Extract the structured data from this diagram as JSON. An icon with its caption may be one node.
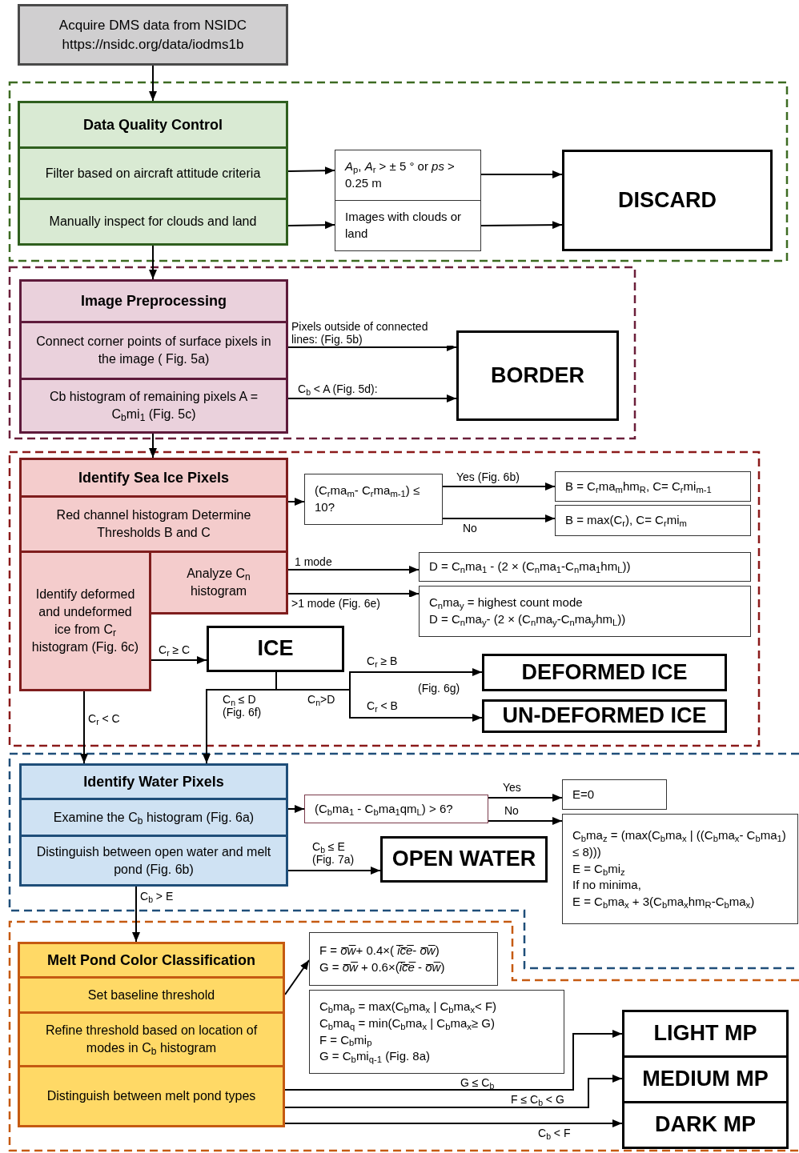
{
  "diagram": {
    "nodes": [
      {
        "text": [
          "Acquire DMS data from NSIDC https://nsidc.org/data/iodms1b"
        ]
      },
      {
        "text": [
          "Data Quality Control"
        ]
      },
      {
        "text": [
          "Filter based on aircraft attitude criteria"
        ]
      },
      {
        "text": [
          "Manually inspect for clouds and land"
        ]
      },
      {
        "text": [
          "*A*$_{p}$, *A*$_{r}$ > ± 5 ° or *ps* > 0.25 m"
        ]
      },
      {
        "text": [
          "Images with clouds or land"
        ]
      },
      {
        "text": [
          "DISCARD"
        ]
      },
      {
        "text": [
          "Image Preprocessing"
        ]
      },
      {
        "text": [
          "Connect corner points of surface pixels in the image ( Fig. 5a)"
        ]
      },
      {
        "text": [
          "Cb histogram of remaining pixels A = C$_{b}$mi$_{1}$ (Fig. 5c)"
        ]
      },
      {
        "text": [
          "BORDER"
        ]
      },
      {
        "text": [
          "Identify Sea Ice Pixels"
        ]
      },
      {
        "text": [
          "Red channel histogram Determine Thresholds B and C"
        ]
      },
      {
        "text": [
          "Identify deformed and undeformed ice from C$_{r}$ histogram (Fig. 6c)"
        ]
      },
      {
        "text": [
          "Analyze C$_{n}$ histogram"
        ]
      },
      {
        "text": [
          "(C$_{r}$ma$_{m}$- C$_{r}$ma$_{m-1}$) ≤ 10?"
        ]
      },
      {
        "text": [
          "B = C$_{r}$ma$_{m}$hm$_{R}$, C= C$_{r}$mi$_{m-1}$"
        ]
      },
      {
        "text": [
          "B = max(C$_{r}$), C= C$_{r}$mi$_{m}$"
        ]
      },
      {
        "text": [
          "D = C$_{n}$ma$_{1}$ - (2 × (C$_{n}$ma$_{1}$-C$_{n}$ma$_{1}$hm$_{L}$))"
        ]
      },
      {
        "text": [
          "C$_{n}$ma$_{y}$ = highest count mode",
          "D = C$_{n}$ma$_{y}$- (2 × (C$_{n}$ma$_{y}$-C$_{n}$ma$_{y}$hm$_{L}$))"
        ]
      },
      {
        "text": [
          "ICE"
        ]
      },
      {
        "text": [
          "DEFORMED ICE"
        ]
      },
      {
        "text": [
          "UN-DEFORMED ICE"
        ]
      },
      {
        "text": [
          "Identify Water Pixels"
        ]
      },
      {
        "text": [
          "Examine the C$_{b}$ histogram (Fig. 6a)"
        ]
      },
      {
        "text": [
          "Distinguish between open water and melt pond (Fig. 6b)"
        ]
      },
      {
        "text": [
          "(C$_{b}$ma$_{1}$ - C$_{b}$ma$_{1}$qm$_{L}$) > 6?"
        ]
      },
      {
        "text": [
          "E=0"
        ]
      },
      {
        "text": [
          "C$_{b}$ma$_{z}$ = (max(C$_{b}$ma$_{x}$ | ((C$_{b}$ma$_{x}$- C$_{b}$ma$_{1}$) ≤ 8)))",
          "E = C$_{b}$mi$_{z}$",
          "If no minima,",
          "E = C$_{b}$ma$_{x}$ + 3(C$_{b}$ma$_{x}$hm$_{R}$-C$_{b}$ma$_{x}$)"
        ]
      },
      {
        "text": [
          "OPEN WATER"
        ]
      },
      {
        "text": [
          "Melt Pond Color Classification"
        ]
      },
      {
        "text": [
          "Set baseline threshold"
        ]
      },
      {
        "text": [
          "Refine threshold based on location of modes in C$_{b}$ histogram"
        ]
      },
      {
        "text": [
          "Distinguish between melt pond types"
        ]
      },
      {
        "text": [
          "F = *o̅w̅*+ 0.4×( *i̅c̅e̅*- *o̅w̅*)",
          "G = *o̅w̅* + 0.6×(*i̅c̅e̅* - *o̅w̅*)"
        ]
      },
      {
        "text": [
          "C$_{b}$ma$_{p}$ = max(C$_{b}$ma$_{x}$ | C$_{b}$ma$_{x}$< F)",
          "C$_{b}$ma$_{q}$ = min(C$_{b}$ma$_{x}$ | C$_{b}$ma$_{x}$≥ G)",
          "F = C$_{b}$mi$_{p}$",
          "G = C$_{b}$mi$_{q-1}$ (Fig. 8a)"
        ]
      },
      {
        "text": [
          "LIGHT MP"
        ]
      },
      {
        "text": [
          "MEDIUM MP"
        ]
      },
      {
        "text": [
          "DARK MP"
        ]
      }
    ],
    "edges": [
      {
        "from": 0,
        "to": 1,
        "arrow": "to"
      },
      {
        "from": 2,
        "to": 4,
        "arrow": "to"
      },
      {
        "from": 3,
        "to": 5,
        "arrow": "to"
      },
      {
        "from": 4,
        "to": 6,
        "arrow": "to"
      },
      {
        "from": 5,
        "to": 6,
        "arrow": "to"
      },
      {
        "from": 3,
        "to": 7,
        "arrow": "to"
      },
      {
        "from": 8,
        "to": 10,
        "arrow": "to",
        "label": "Pixels outside of connected lines: (Fig. 5b)"
      },
      {
        "from": 9,
        "to": 10,
        "arrow": "to",
        "label": "C$_{b}$ < A (Fig. 5d):"
      },
      {
        "from": 9,
        "to": 11,
        "arrow": "to"
      },
      {
        "from": 12,
        "to": 15,
        "arrow": "to"
      },
      {
        "from": 15,
        "to": 16,
        "arrow": "to",
        "label": "Yes (Fig. 6b)"
      },
      {
        "from": 15,
        "to": 17,
        "arrow": "to",
        "label": "No"
      },
      {
        "from": 14,
        "to": 18,
        "arrow": "to",
        "label": "1 mode"
      },
      {
        "from": 14,
        "to": 19,
        "arrow": "to",
        "label": ">1 mode (Fig. 6e)"
      },
      {
        "from": 13,
        "to": 20,
        "arrow": "to",
        "label": "C$_{r}$ ≥ C"
      },
      {
        "from": 20,
        "to": 21,
        "arrow": "to",
        "label": "C$_{r}$ ≥ B"
      },
      {
        "from": 20,
        "to": 22,
        "arrow": "to",
        "label": "C$_{r}$ < B"
      },
      {
        "from": 20,
        "to": 23,
        "arrow": "to",
        "label": "C$_{n}$ ≤ D (Fig. 6f)"
      },
      {
        "from": 13,
        "to": 23,
        "arrow": "to",
        "label": "C$_{r}$ < C"
      },
      {
        "from": 24,
        "to": 26,
        "arrow": "to"
      },
      {
        "from": 26,
        "to": 27,
        "arrow": "to",
        "label": "Yes"
      },
      {
        "from": 26,
        "to": 28,
        "arrow": "to",
        "label": "No"
      },
      {
        "from": 25,
        "to": 29,
        "arrow": "to",
        "label": "C$_{b}$ ≤ E (Fig. 7a)"
      },
      {
        "from": 25,
        "to": 30,
        "arrow": "to",
        "label": "C$_{b}$ > E"
      },
      {
        "from": 31,
        "to": 34,
        "arrow": "to"
      },
      {
        "from": 33,
        "to": 36,
        "arrow": "to",
        "label": "G ≤ C$_{b}$"
      },
      {
        "from": 33,
        "to": 37,
        "arrow": "to",
        "label": "F ≤ C$_{b}$ < G"
      },
      {
        "from": 33,
        "to": 38,
        "arrow": "to",
        "label": "C$_{b}$ < F"
      }
    ],
    "labels": [
      "C$_{n}$>D",
      "(Fig. 6g)"
    ]
  }
}
